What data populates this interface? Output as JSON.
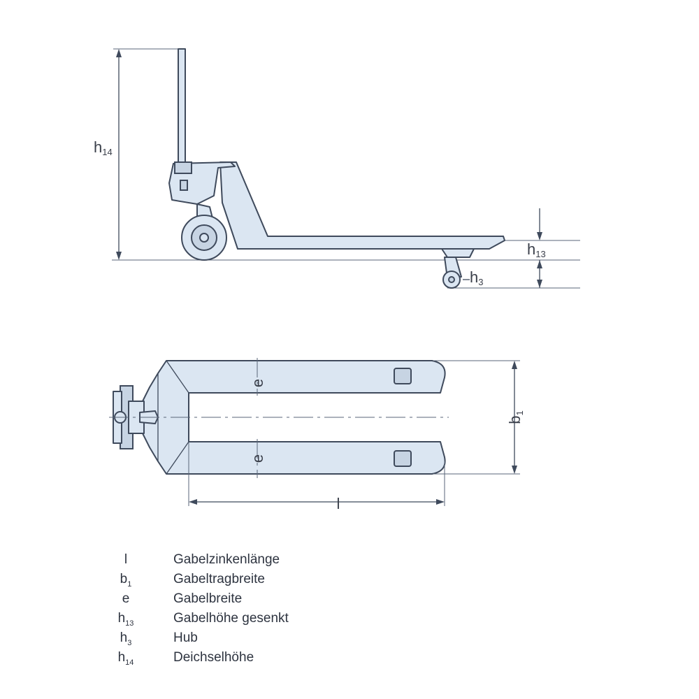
{
  "labels": {
    "h14": {
      "base": "h",
      "sub": "14"
    },
    "h13": {
      "base": "h",
      "sub": "13"
    },
    "h3": {
      "base": "h",
      "sub": "3"
    },
    "e_top": "e",
    "e_bottom": "e",
    "b1": {
      "base": "b",
      "sub": "1"
    },
    "l": "l"
  },
  "legend": [
    {
      "symbol": "l",
      "sub": "",
      "text": "Gabelzinkenlänge"
    },
    {
      "symbol": "b",
      "sub": "1",
      "text": "Gabeltragbreite"
    },
    {
      "symbol": "e",
      "sub": "",
      "text": "Gabelbreite"
    },
    {
      "symbol": "h",
      "sub": "13",
      "text": "Gabelhöhe gesenkt"
    },
    {
      "symbol": "h",
      "sub": "3",
      "text": "Hub"
    },
    {
      "symbol": "h",
      "sub": "14",
      "text": "Deichselhöhe"
    }
  ]
}
